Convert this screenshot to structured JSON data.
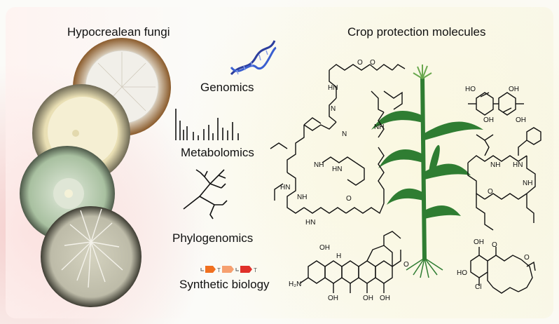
{
  "left_title": "Hypocrealean fungi",
  "right_title": "Crop protection molecules",
  "labels": {
    "genomics": "Genomics",
    "metabolomics": "Metabolomics",
    "phylogenomics": "Phylogenomics",
    "synthetic_biology": "Synthetic biology"
  },
  "structure_atoms": {
    "hn": "HN",
    "nh": "NH",
    "n": "N",
    "o": "O",
    "oh": "OH",
    "ho": "HO",
    "h2n": "H₂N",
    "cl": "Cl",
    "h": "H"
  },
  "colors": {
    "dna_blue": "#2c3e9e",
    "plant_green": "#2f7d32",
    "gene_orange": "#f07020",
    "gene_red": "#e0302a",
    "gene_peach": "#f6a070"
  }
}
